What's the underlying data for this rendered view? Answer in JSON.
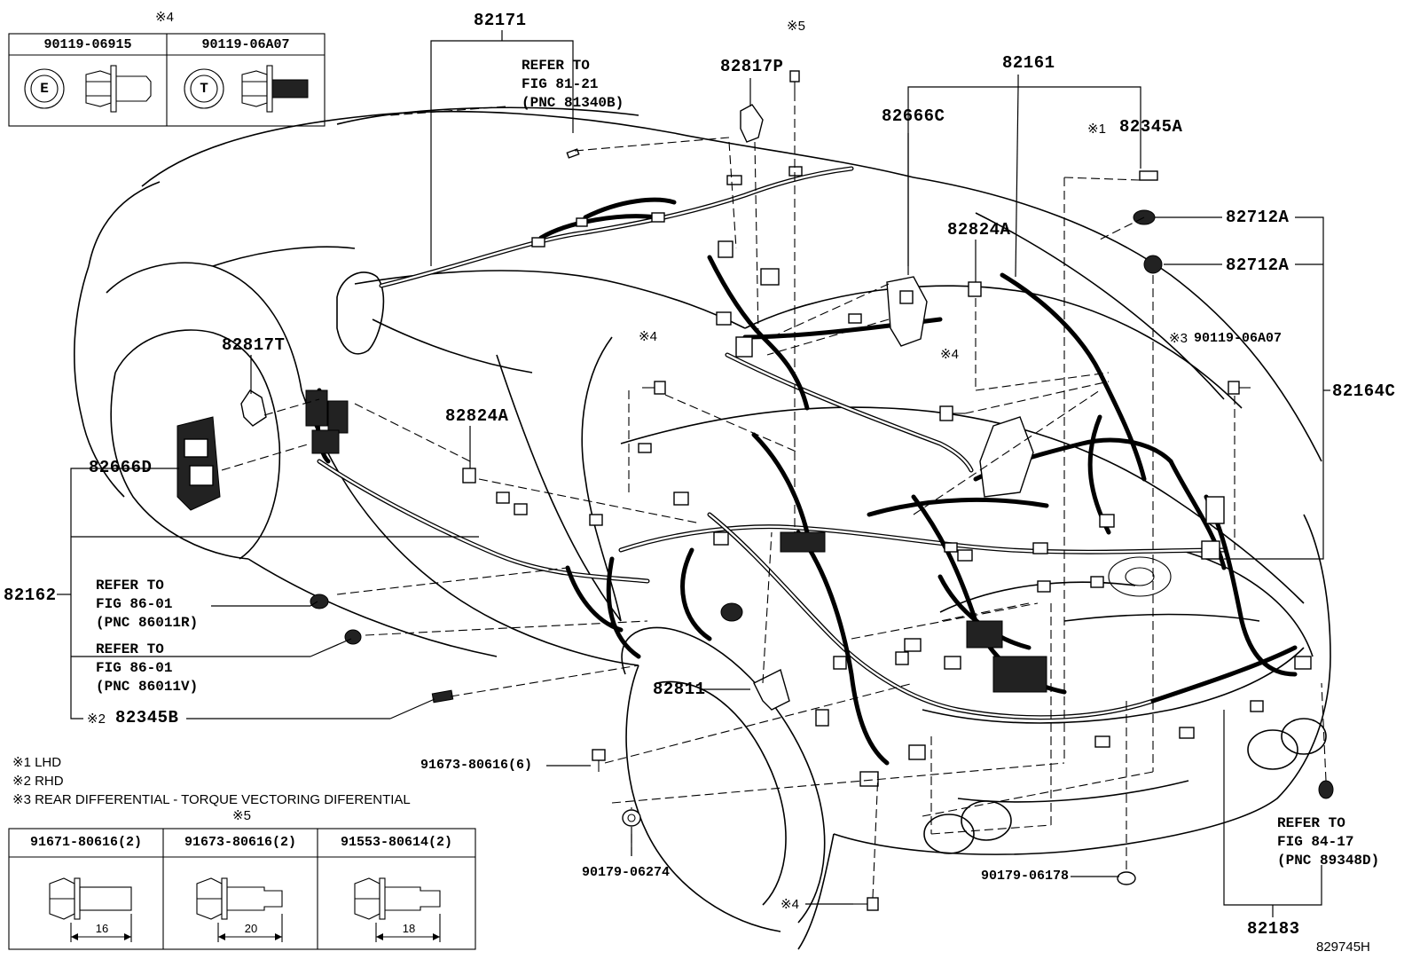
{
  "drawing_id": "829745H",
  "mark_4": "※4",
  "mark_5": "※5",
  "mark_4b": "※4",
  "mark_4c": "※4",
  "mark_4d": "※4",
  "top_table": {
    "col1": "90119-06915",
    "col2": "90119-06A07",
    "icon1": "E",
    "icon2": "T"
  },
  "labels": {
    "p82171": "82171",
    "p82817P": "82817P",
    "p82161": "82161",
    "p82666C": "82666C",
    "p82345A": "82345A",
    "p82345A_mark": "※1",
    "p82712A_1": "82712A",
    "p82712A_2": "82712A",
    "p82824A_1": "82824A",
    "p82824A_2": "82824A",
    "p90119_06A07": "90119-06A07",
    "p90119_06A07_mark": "※3",
    "p82164C": "82164C",
    "p82817T": "82817T",
    "p82666D": "82666D",
    "p82162": "82162",
    "p82345B": "82345B",
    "p82345B_mark": "※2",
    "p82811": "82811",
    "p91673": "91673-80616(6)",
    "p90179_06274": "90179-06274",
    "p90179_06178": "90179-06178",
    "p82183": "82183"
  },
  "refs": {
    "fig81": [
      "REFER TO",
      "FIG 81-21",
      "(PNC 81340B)"
    ],
    "fig86a": [
      "REFER TO",
      "FIG 86-01",
      "(PNC 86011R)"
    ],
    "fig86b": [
      "REFER TO",
      "FIG 86-01",
      "(PNC 86011V)"
    ],
    "fig84": [
      "REFER TO",
      "FIG 84-17",
      "(PNC 89348D)"
    ]
  },
  "notes": {
    "n1": "※1 LHD",
    "n2": "※2 RHD",
    "n3": "※3 REAR DIFFERENTIAL - TORQUE VECTORING DIFERENTIAL"
  },
  "bottom_table": {
    "col1": "91671-80616(2)",
    "col2": "91673-80616(2)",
    "col3": "91553-80614(2)",
    "dim1": "16",
    "dim2": "20",
    "dim3": "18"
  }
}
